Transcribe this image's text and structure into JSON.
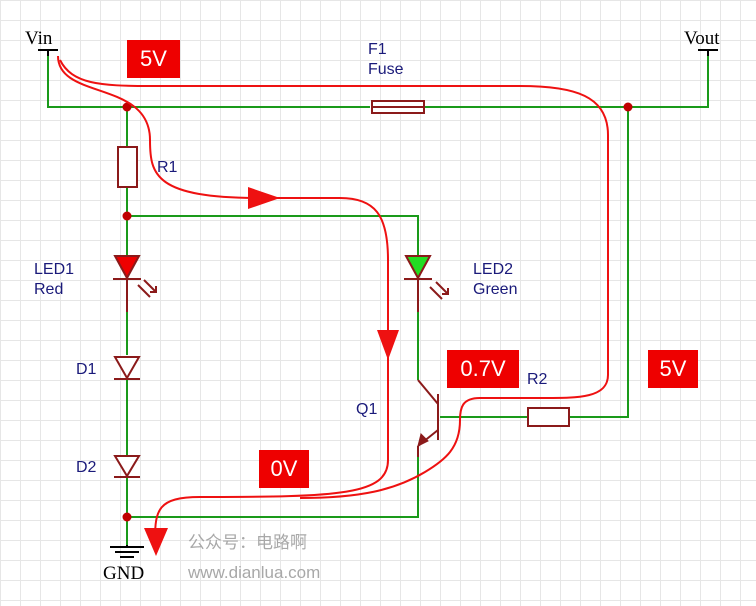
{
  "terminals": {
    "vin": "Vin",
    "vout": "Vout",
    "gnd": "GND"
  },
  "fuse": {
    "ref": "F1",
    "name": "Fuse"
  },
  "r1": {
    "ref": "R1"
  },
  "r2": {
    "ref": "R2"
  },
  "led1": {
    "ref": "LED1",
    "color_name": "Red",
    "fill": "#ee0000"
  },
  "led2": {
    "ref": "LED2",
    "color_name": "Green",
    "fill": "#22dd22"
  },
  "d1": {
    "ref": "D1"
  },
  "d2": {
    "ref": "D2"
  },
  "q1": {
    "ref": "Q1"
  },
  "voltages": {
    "vin": "5V",
    "base": "0.7V",
    "vout": "5V",
    "gnd": "0V"
  },
  "watermark": {
    "line1": "公众号：电路啊",
    "line2": "www.dianlua.com"
  },
  "colors": {
    "wire": "#1a9a1a",
    "component": "#8b1a1a",
    "node": "#c00000",
    "current_flow": "#ee1111",
    "label_box": "#ee0000"
  }
}
